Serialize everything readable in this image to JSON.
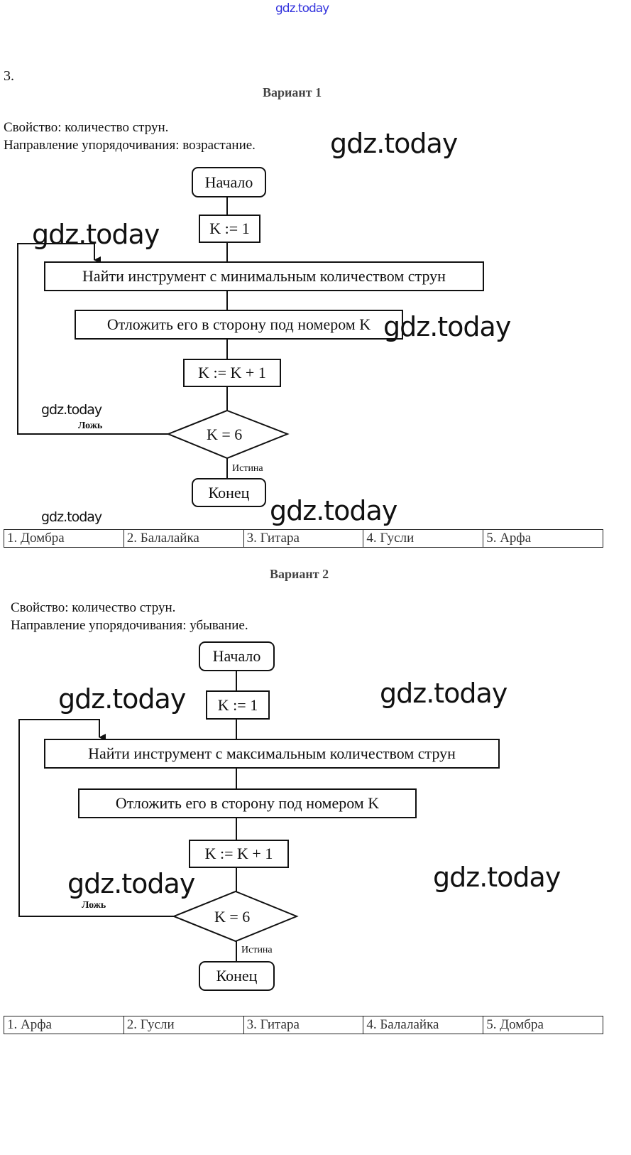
{
  "header_watermark": "gdz.today",
  "task_number": "3.",
  "variants": [
    {
      "title": "Вариант 1",
      "property": "Свойство: количество струн.",
      "direction": "Направление упорядочивания: возрастание.",
      "start": "Начало",
      "init": "K := 1",
      "find": "Найти инструмент с минимальным количеством струн",
      "put": "Отложить его в сторону под номером K",
      "inc": "K := K + 1",
      "cond": "K = 6",
      "false_label": "Ложь",
      "true_label": "Истина",
      "end": "Конец",
      "result": [
        "1. Домбра",
        "2. Балалайка",
        "3. Гитара",
        "4. Гусли",
        "5. Арфа"
      ]
    },
    {
      "title": "Вариант 2",
      "property": "Свойство: количество струн.",
      "direction": "Направление упорядочивания: убывание.",
      "start": "Начало",
      "init": "K := 1",
      "find": "Найти инструмент с максимальным количеством струн",
      "put": "Отложить его в сторону под номером K",
      "inc": "K := K + 1",
      "cond": "K = 6",
      "false_label": "Ложь",
      "true_label": "Истина",
      "end": "Конец",
      "result": [
        "1. Арфа",
        "2. Гусли",
        "3. Гитара",
        "4. Балалайка",
        "5. Домбра"
      ]
    }
  ],
  "watermarks": [
    "gdz.today",
    "gdz.today",
    "gdz.today",
    "gdz.today",
    "gdz.today",
    "gdz.today",
    "gdz.today",
    "gdz.today",
    "gdz.today",
    "gdz.today"
  ]
}
